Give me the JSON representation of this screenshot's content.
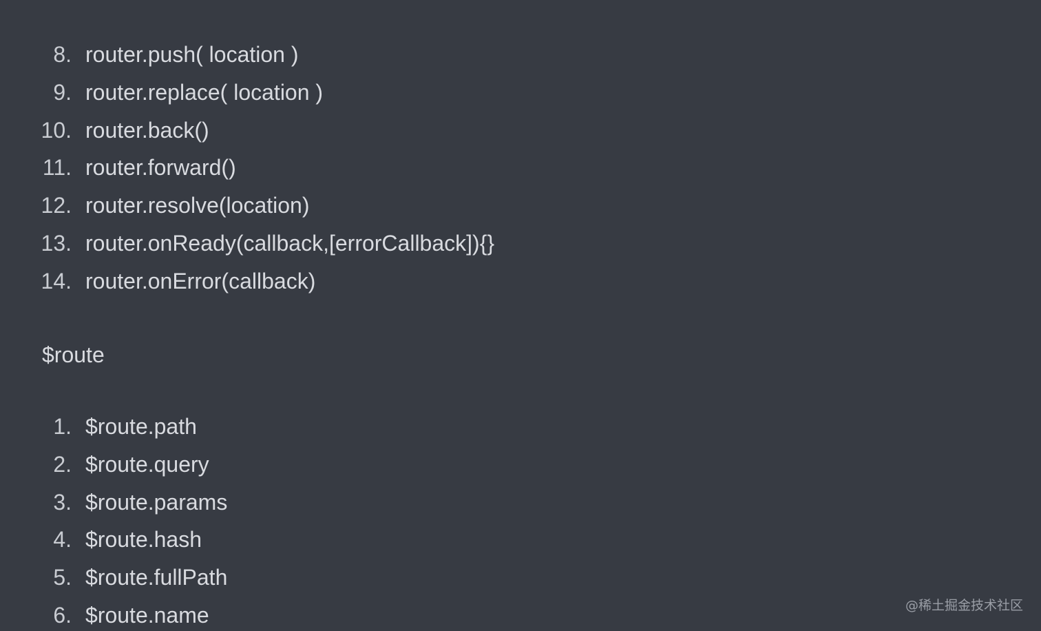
{
  "list_router_methods": [
    {
      "num": "8.",
      "text": "router.push( location )"
    },
    {
      "num": "9.",
      "text": "router.replace( location )"
    },
    {
      "num": "10.",
      "text": "router.back()"
    },
    {
      "num": "11.",
      "text": "router.forward()"
    },
    {
      "num": "12.",
      "text": "router.resolve(location)"
    },
    {
      "num": "13.",
      "text": "router.onReady(callback,[errorCallback]){}"
    },
    {
      "num": "14.",
      "text": "router.onError(callback)"
    }
  ],
  "section_heading": "$route",
  "list_route_props": [
    {
      "num": "1.",
      "text": "$route.path"
    },
    {
      "num": "2.",
      "text": "$route.query"
    },
    {
      "num": "3.",
      "text": "$route.params"
    },
    {
      "num": "4.",
      "text": "$route.hash"
    },
    {
      "num": "5.",
      "text": "$route.fullPath"
    },
    {
      "num": "6.",
      "text": "$route.name"
    }
  ],
  "watermark": "@稀土掘金技术社区"
}
